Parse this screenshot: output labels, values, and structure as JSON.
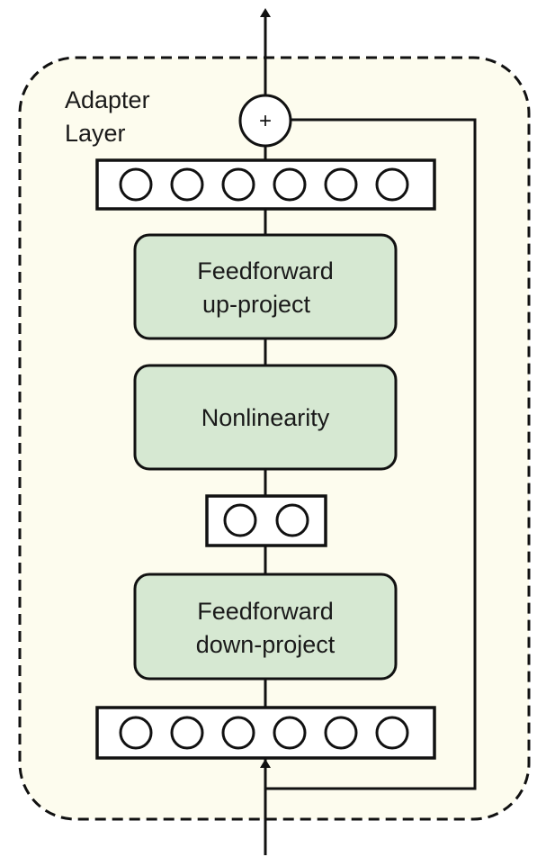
{
  "adapter": {
    "label_line1": "Adapter",
    "label_line2": "Layer"
  },
  "blocks": {
    "up_project": {
      "line1": "Feedforward",
      "line2": "up-project"
    },
    "nonlinearity": {
      "line1": "Nonlinearity"
    },
    "down_project": {
      "line1": "Feedforward",
      "line2": "down-project"
    }
  },
  "vectors": {
    "top_units": 6,
    "bottleneck_units": 2,
    "bottom_units": 6
  },
  "residual": {
    "symbol": "+"
  },
  "colors": {
    "frame_fill": "#fdfcee",
    "block_fill": "#d6e8d2",
    "stroke": "#111111"
  }
}
